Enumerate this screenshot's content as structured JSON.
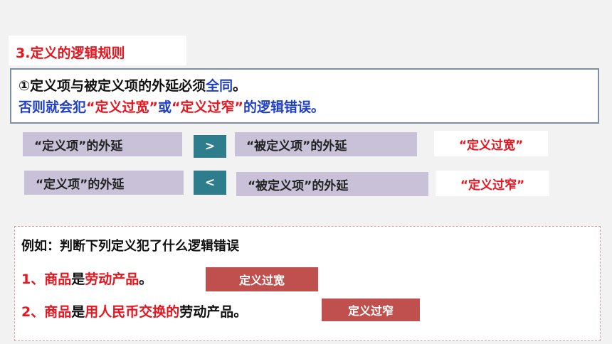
{
  "section_title": "3.定义的逻辑规则",
  "rule": {
    "line1_prefix": "①定义项与被定义项的外延必须",
    "line1_highlight": "全同",
    "line1_suffix": "。",
    "line2_part1": "否则就会犯",
    "line2_term1": "“定义过宽”",
    "line2_part2": "或",
    "line2_term2": "“定义过窄”",
    "line2_part3": "的逻辑错误。"
  },
  "comparisons": [
    {
      "left": "“定义项”的外延",
      "operator": ">",
      "right": "“被定义项”的外延",
      "result": "“定义过宽”"
    },
    {
      "left": "“定义项”的外延",
      "operator": "<",
      "right": "“被定义项”的外延",
      "result": "“定义过窄”"
    }
  ],
  "example": {
    "title": "例如：判断下列定义犯了什么逻辑错误",
    "items": [
      {
        "p1": "1、商品",
        "p2": "是",
        "p3": "劳动产品",
        "p4": "。",
        "answer": "定义过宽"
      },
      {
        "p1": "2、商品",
        "p2": "是",
        "p3": "用人民币交换的",
        "p4": "劳动产品。",
        "answer": "定义过窄"
      }
    ]
  },
  "colors": {
    "title_red": "#e8141e",
    "highlight_blue": "#1f3fc9",
    "operator_teal": "#2e7d8c",
    "label_lavender": "#c8c1d8",
    "answer_tag": "#c0504d"
  }
}
